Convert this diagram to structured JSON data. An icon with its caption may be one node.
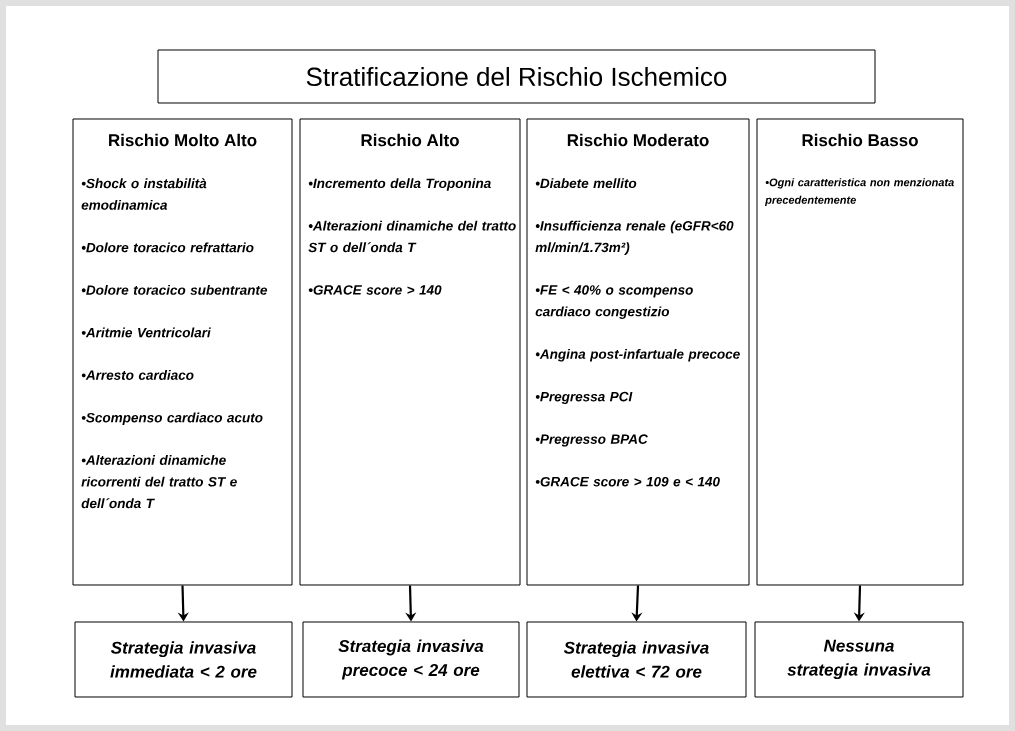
{
  "diagram": {
    "title": "Stratificazione del Rischio Ischemico",
    "nodes": [
      {
        "text": [
          "Rischio  Molto  Alto",
          "•Shock  o instabilità emodinamica",
          "•Dolore toracico refrattario",
          "•Dolore toracico subentrante",
          "•Aritmie Ventricolari",
          "•Arresto cardiaco",
          "•Scompenso cardiaco acuto",
          "•Alterazioni dinamiche ricorrenti del tratto ST e dell´onda T"
        ]
      },
      {
        "text": [
          "Rischio  Alto",
          "•Incremento della Troponina",
          "•Alterazioni dinamiche del tratto ST o dell´onda T",
          "•GRACE score > 140"
        ]
      },
      {
        "text": [
          "Rischio  Moderato",
          "•Diabete mellito",
          "•Insufficienza renale (eGFR<60 ml/min/1.73m²)",
          "•FE < 40% o scompenso cardiaco congestizio",
          "•Angina post-infartuale precoce",
          "•Pregressa PCI",
          "•Pregresso BPAC",
          "•GRACE score > 109 e < 140"
        ]
      },
      {
        "text": [
          "Rischio  Basso",
          "•Ogni caratteristica non menzionata precedentemente"
        ]
      },
      {
        "text": [
          "Strategia  invasiva immediata < 2 ore"
        ]
      },
      {
        "text": [
          "Strategia invasiva precoce < 24 ore"
        ]
      },
      {
        "text": [
          "Strategia invasiva elettiva < 72 ore"
        ]
      },
      {
        "text": [
          "Nessuna strategia invasiva"
        ]
      }
    ],
    "edges": [
      {
        "from": 0,
        "to": 4,
        "arrow": "to"
      },
      {
        "from": 1,
        "to": 5,
        "arrow": "to"
      },
      {
        "from": 2,
        "to": 6,
        "arrow": "to"
      },
      {
        "from": 3,
        "to": 7,
        "arrow": "to"
      }
    ]
  }
}
